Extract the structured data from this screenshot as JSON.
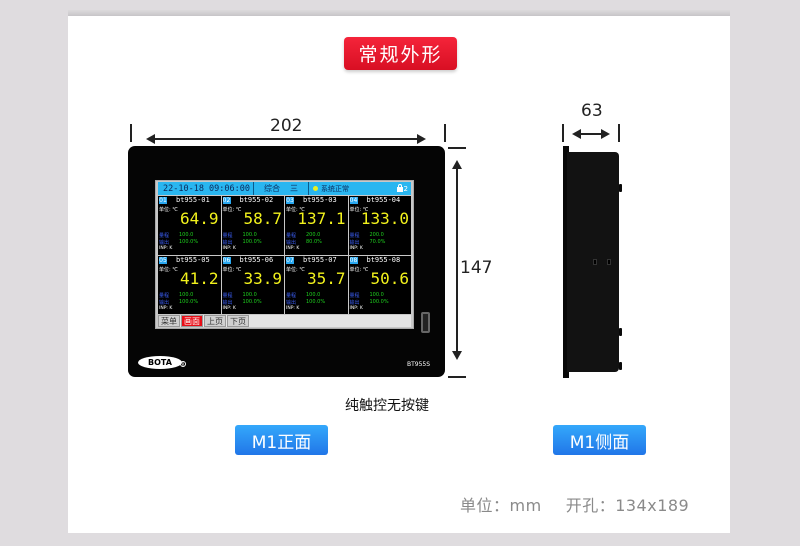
{
  "header": {
    "title": "常规外形"
  },
  "dimensions": {
    "width": "202",
    "height": "147",
    "depth": "63"
  },
  "device_front": {
    "screen": {
      "status_bar": {
        "datetime": "22-10-18  09:06:00",
        "mode": "综合",
        "mode_extra": "三",
        "status": "系统正常",
        "lock_level": "2"
      },
      "channels": [
        {
          "no": "01",
          "name": "bt955-01",
          "unit": "单位: ℃",
          "value": "64.9",
          "range_label": "量程",
          "range": "100.0",
          "output_label": "输出",
          "output": "100.0%",
          "inp": "INP: K"
        },
        {
          "no": "02",
          "name": "bt955-02",
          "unit": "单位: ℃",
          "value": "58.7",
          "range_label": "量程",
          "range": "100.0",
          "output_label": "输出",
          "output": "100.0%",
          "inp": "INP: K"
        },
        {
          "no": "03",
          "name": "bt955-03",
          "unit": "单位: ℃",
          "value": "137.1",
          "range_label": "量程",
          "range": "200.0",
          "output_label": "输出",
          "output": "80.0%",
          "inp": "INP: K"
        },
        {
          "no": "04",
          "name": "bt955-04",
          "unit": "单位: ℃",
          "value": "133.0",
          "range_label": "量程",
          "range": "200.0",
          "output_label": "输出",
          "output": "70.0%",
          "inp": "INP: K"
        },
        {
          "no": "05",
          "name": "bt955-05",
          "unit": "单位: ℃",
          "value": "41.2",
          "range_label": "量程",
          "range": "100.0",
          "output_label": "输出",
          "output": "100.0%",
          "inp": "INP: K"
        },
        {
          "no": "06",
          "name": "bt955-06",
          "unit": "单位: ℃",
          "value": "33.9",
          "range_label": "量程",
          "range": "100.0",
          "output_label": "输出",
          "output": "100.0%",
          "inp": "INP: K"
        },
        {
          "no": "07",
          "name": "bt955-07",
          "unit": "单位: ℃",
          "value": "35.7",
          "range_label": "量程",
          "range": "100.0",
          "output_label": "输出",
          "output": "100.0%",
          "inp": "INP: K"
        },
        {
          "no": "08",
          "name": "bt955-08",
          "unit": "单位: ℃",
          "value": "50.6",
          "range_label": "量程",
          "range": "100.0",
          "output_label": "输出",
          "output": "100.0%",
          "inp": "INP: K"
        }
      ],
      "menu": [
        "菜单",
        "画面",
        "上页",
        "下页"
      ]
    },
    "brand": "BOTA",
    "model": "BT955S"
  },
  "caption": "纯触控无按键",
  "labels": {
    "front": "M1正面",
    "side": "M1侧面"
  },
  "footer": {
    "unit": "单位：mm",
    "cutout": "开孔：134x189"
  },
  "colors": {
    "title_red": "#e8172c",
    "label_blue": "#2a8ef2",
    "screen_header": "#29b6f0",
    "value_yellow": "#f2f21c"
  }
}
